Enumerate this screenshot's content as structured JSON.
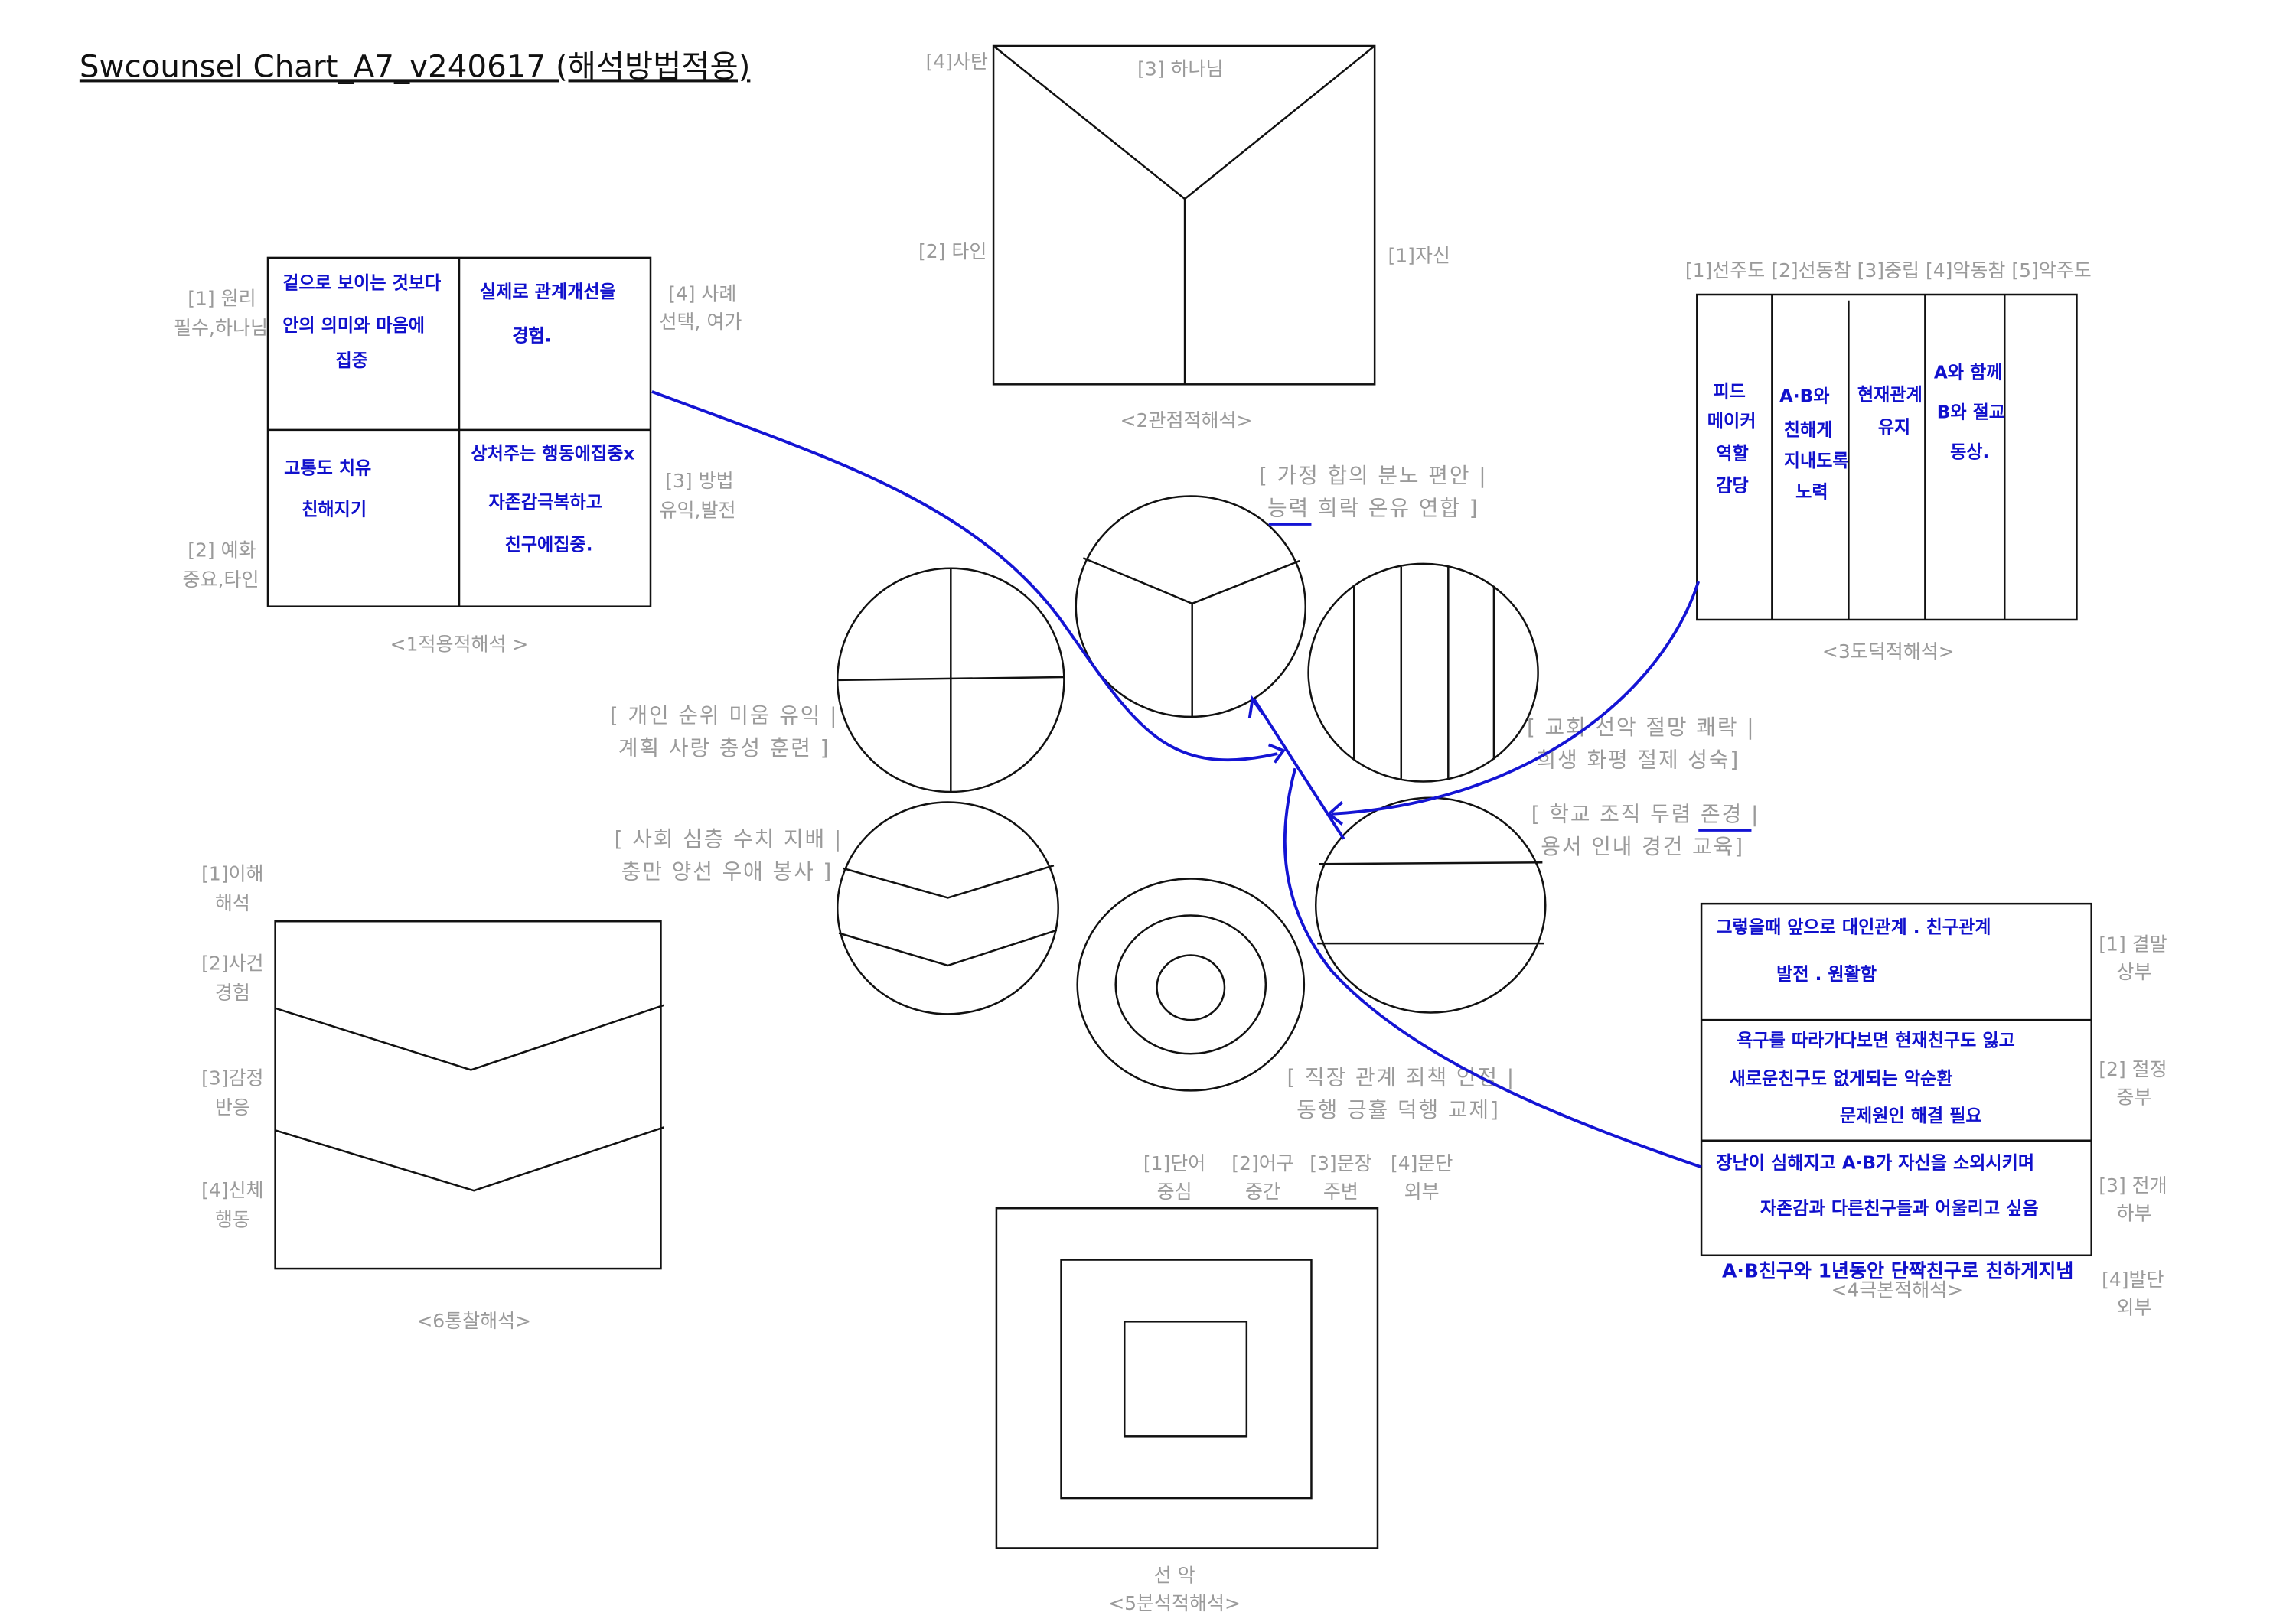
{
  "title": "Swcounsel Chart_A7_v240617 (해석방법적용)",
  "box1": {
    "caption": "<1적용적해석 >",
    "labels": [
      {
        "l1": "[1] 원리",
        "l2": "필수,하나님"
      },
      {
        "l1": "[2] 예화",
        "l2": "중요,타인"
      },
      {
        "l1": "[3] 방법",
        "l2": "유익,발전"
      },
      {
        "l1": "[4] 사례",
        "l2": "선택, 여가"
      }
    ],
    "notes": {
      "top_left": [
        "겉으로 보이는 것보다",
        "안의 의미와 마음에",
        "집중"
      ],
      "top_right": [
        "실제로 관계개선을",
        "경험."
      ],
      "bottom_left": [
        "고통도 치유",
        "친해지기"
      ],
      "bottom_right": [
        "상처주는 행동에집중x",
        "자존감극복하고",
        "친구에집중."
      ]
    }
  },
  "box2": {
    "caption": "<2관점적해석>",
    "labels": [
      "[4]사탄",
      "[3] 하나님",
      "[2] 타인",
      "[1]자신"
    ]
  },
  "box3": {
    "caption": "<3도덕적해석>",
    "header": "[1]선주도 [2]선동참 [3]중립  [4]악동참 [5]악주도",
    "notes": [
      [
        "피드",
        "메이커",
        "역할",
        "감당"
      ],
      [
        "A·B와",
        "친해게",
        "지내도록",
        "노력"
      ],
      [
        "현재관계",
        "유지"
      ],
      [
        "A와 함께",
        "B와 절교",
        "동상."
      ],
      []
    ]
  },
  "box4": {
    "caption": "<4극본적해석>",
    "labels": [
      {
        "l1": "[1] 결말",
        "l2": "상부"
      },
      {
        "l1": "[2] 절정",
        "l2": "중부"
      },
      {
        "l1": "[3] 전개",
        "l2": "하부"
      },
      {
        "l1": "[4]발단",
        "l2": "외부"
      }
    ],
    "notes": {
      "top": [
        "그렇을때  앞으로  대인관계 . 친구관계",
        "발전 . 원활함"
      ],
      "middle": [
        "욕구를 따라가다보면  현재친구도 잃고",
        "새로운친구도 없게되는 악순환",
        "문제원인 해결 필요"
      ],
      "bottom": [
        "장난이  심해지고  A·B가 자신을  소외시키며",
        "자존감과  다른친구들과 어울리고 싶음"
      ],
      "outside": "A·B친구와  1년동안 단짝친구로 친하게지냄"
    }
  },
  "box5": {
    "caption_top": "선  악",
    "caption": "<5분석적해석>",
    "labels": [
      {
        "l1": "[1]단어",
        "l2": "중심"
      },
      {
        "l1": "[2]어구",
        "l2": "중간"
      },
      {
        "l1": "[3]문장",
        "l2": "주변"
      },
      {
        "l1": "[4]문단",
        "l2": "외부"
      }
    ]
  },
  "box6": {
    "caption": "<6통찰해석>",
    "labels": [
      {
        "l1": "[1]이해",
        "l2": "해석"
      },
      {
        "l1": "[2]사건",
        "l2": "경험"
      },
      {
        "l1": "[3]감정",
        "l2": "반응"
      },
      {
        "l1": "[4]신체",
        "l2": "행동"
      }
    ]
  },
  "circles": {
    "home": {
      "l1": "[ 가정 합의 분노 편안 |",
      "l2": "능력 희락 온유 연합 ]"
    },
    "person": {
      "l1": "[ 개인 순위 미움 유익 |",
      "l2": "계획 사랑 충성 훈련 ]"
    },
    "church": {
      "l1": "[ 교회 선악 절망 쾌락 |",
      "l2": "희생 화평 절제 성숙]"
    },
    "school": {
      "l1": "[ 학교 조직 두렴 존경 |",
      "l2": "용서 인내 경건 교육]"
    },
    "society": {
      "l1": "[ 사회 심층 수치 지배 |",
      "l2": "충만 양선 우애 봉사 ]"
    },
    "work": {
      "l1": "[ 직장 관계 죄책 인정 |",
      "l2": "동행 긍휼 덕행 교제]"
    }
  },
  "colors": {
    "ink": "#111111",
    "pen": "#1414d4",
    "label": "#9a9a9a"
  }
}
